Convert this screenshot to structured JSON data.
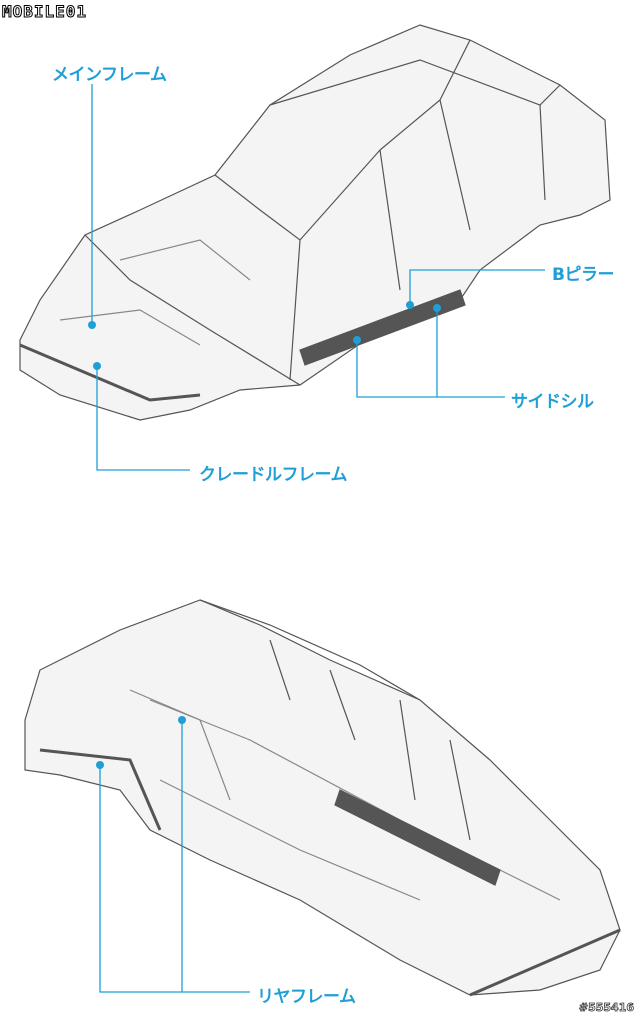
{
  "logo": "MOBILE01",
  "watermark": "#555416",
  "accent": "#1e9fd6",
  "top_diagram": {
    "labels": {
      "main_frame": "メインフレーム",
      "b_pillar": "Bピラー",
      "side_sill": "サイドシル",
      "cradle_frame": "クレードルフレーム"
    }
  },
  "bottom_diagram": {
    "labels": {
      "rear_frame": "リヤフレーム"
    }
  }
}
